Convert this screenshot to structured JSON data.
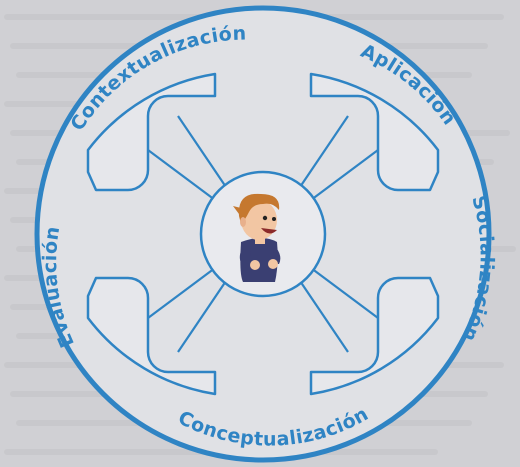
{
  "colors": {
    "ring": "#2f84c4",
    "panel_fill": "#e3e4e8",
    "page": "#d0d0d4",
    "faint_text": "#b9b9be",
    "shirt": "#3a3f72",
    "hair": "#c5782f",
    "skin": "#f2c6a3"
  },
  "diagram": {
    "labels": {
      "top_left": "Contextualización",
      "top_right": "Aplicación",
      "right": "Socialización",
      "bottom": "Conceptualización",
      "left": "Evaluación"
    },
    "center": {
      "icon": "boy-character-icon"
    }
  }
}
